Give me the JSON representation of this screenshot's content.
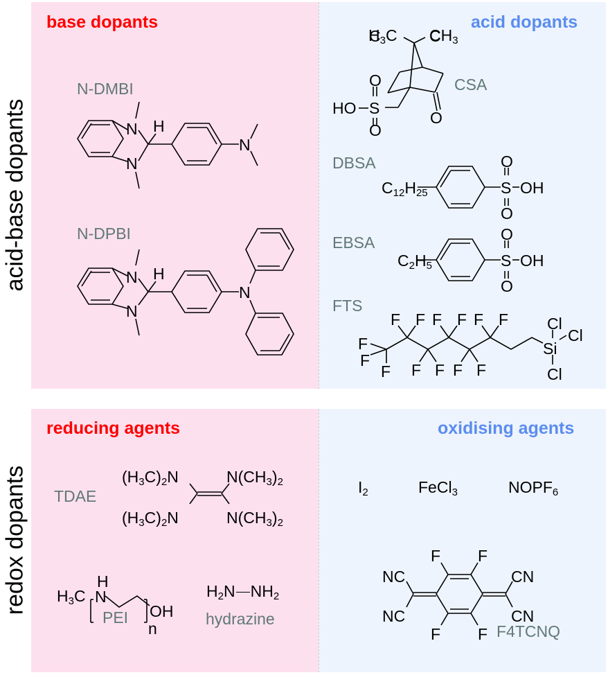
{
  "rows": {
    "top_label": "acid-base dopants",
    "bottom_label": "redox dopants"
  },
  "panels": {
    "base": {
      "heading": "base dopants",
      "compounds": [
        {
          "name": "N-DMBI"
        },
        {
          "name": "N-DPBI"
        }
      ]
    },
    "acid": {
      "heading": "acid dopants",
      "compounds": [
        {
          "name": "CSA"
        },
        {
          "name": "DBSA",
          "alkyl": "C",
          "alkyl_sub1": "12",
          "alkyl_h": "H",
          "alkyl_sub2": "25"
        },
        {
          "name": "EBSA",
          "alkyl": "C",
          "alkyl_sub1": "2",
          "alkyl_h": "H",
          "alkyl_sub2": "5"
        },
        {
          "name": "FTS"
        }
      ]
    },
    "reducing": {
      "heading": "reducing agents",
      "compounds": [
        {
          "name": "TDAE"
        },
        {
          "name": "PEI"
        },
        {
          "name": "hydrazine"
        }
      ]
    },
    "oxidising": {
      "heading": "oxidising agents",
      "compounds": [
        {
          "name": "I2",
          "symbol": "I",
          "sub": "2"
        },
        {
          "name": "FeCl3",
          "symbol": "FeCl",
          "sub": "3"
        },
        {
          "name": "NOPF6",
          "symbol": "NOPF",
          "sub": "6"
        },
        {
          "name": "F4TCNQ"
        }
      ]
    }
  },
  "atoms": {
    "N": "N",
    "H": "H",
    "O": "O",
    "S": "S",
    "F": "F",
    "C": "C",
    "Cl": "Cl",
    "Si": "Si",
    "HO": "HO",
    "OH": "OH",
    "NC": "NC",
    "CN": "CN",
    "n": "n"
  },
  "colors": {
    "base_bg": "#fde0ee",
    "acid_bg": "#eef4fd",
    "red_heading": "#ff0000",
    "blue_heading": "#5b8def",
    "compound_name": "#607878"
  }
}
